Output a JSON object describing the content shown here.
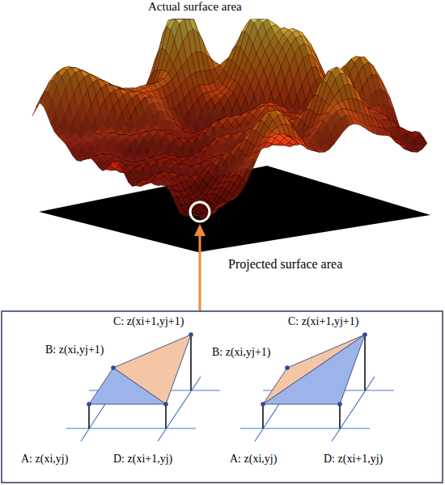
{
  "diagram": {
    "labels": [
      "Actual surface area",
      "Projected surface area",
      "C: z(xi+1,yj+1)",
      "B: z(xi,yj+1)",
      "A: z(xi,yj)",
      "D: z(xi+1,yj)",
      "C: z(xi+1,yj+1)",
      "B: z(xi,yj+1)",
      "A: z(xi,yj)",
      "D: z(xi+1,yj)"
    ]
  }
}
